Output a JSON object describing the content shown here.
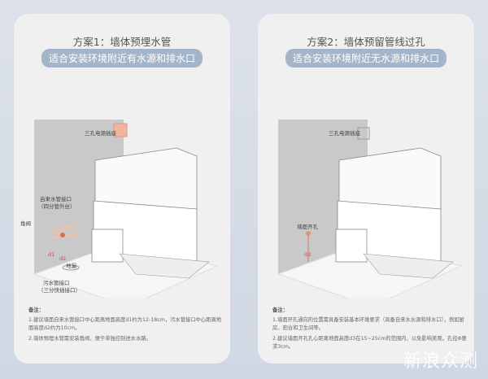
{
  "plan1": {
    "title": "方案1：墙体预埋水管",
    "subtitle": "适合安装环境附近有水源和排水口",
    "labels": {
      "socket": "三孔电源插座",
      "inlet": "自来水管接口",
      "inlet_sub": "（四分管外丝）",
      "valve": "角阀",
      "d1": "d1",
      "d2": "d2",
      "floor_drain": "地漏",
      "outlet": "污水管接口",
      "outlet_sub": "（三分快插接口）"
    },
    "notes_heading": "备注：",
    "notes": [
      "1.建议墙面自来水管接口中心距离地面高度d1约为12-18cm，污水管接口中心距离地面高度d2约为10cm。",
      "2.墙体预埋水管需安装角阀，便于单独控制进水水路。"
    ]
  },
  "plan2": {
    "title": "方案2：墙体预留管线过孔",
    "subtitle": "适合安装环境附近无水源和排水口",
    "labels": {
      "socket": "三孔电源插座",
      "hole": "墙面开孔",
      "d3": "d3"
    },
    "notes_heading": "备注：",
    "notes": [
      "1.墙面开孔通向的位置需具备安装基本环境要求（具备自来水水源和排水口），例如厨房、阳台和卫生间等。",
      "2.建议墙面开孔孔心距离地面高度d3在15~25cm的范围内，以免影响美观，孔径Φ要求3cm。"
    ]
  },
  "watermark": "新浪众测"
}
